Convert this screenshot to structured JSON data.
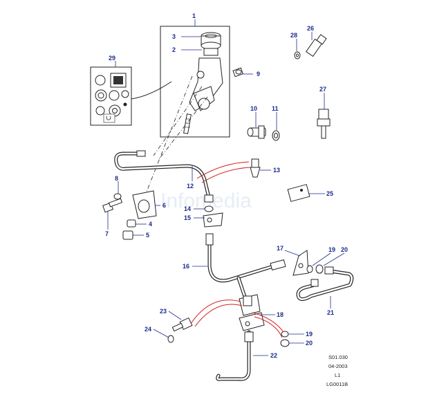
{
  "watermark": "Infomedia",
  "callouts": {
    "c1": "1",
    "c2": "2",
    "c3": "3",
    "c4": "4",
    "c5": "5",
    "c6": "6",
    "c7": "7",
    "c8": "8",
    "c9": "9",
    "c10": "10",
    "c11": "11",
    "c12": "12",
    "c13": "13",
    "c14": "14",
    "c15": "15",
    "c16": "16",
    "c17": "17",
    "c18": "18",
    "c19a": "19",
    "c19b": "19",
    "c20a": "20",
    "c20b": "20",
    "c21": "21",
    "c22": "22",
    "c23": "23",
    "c24": "24",
    "c25": "25",
    "c26": "26",
    "c27": "27",
    "c28": "28",
    "c29": "29"
  },
  "meta": {
    "code": "S01.030",
    "date": "04-2003",
    "level": "L1",
    "ref": "LG0011B"
  },
  "colors": {
    "callout": "#1a2a8c",
    "highlight": "#d42020",
    "line": "#222222"
  }
}
